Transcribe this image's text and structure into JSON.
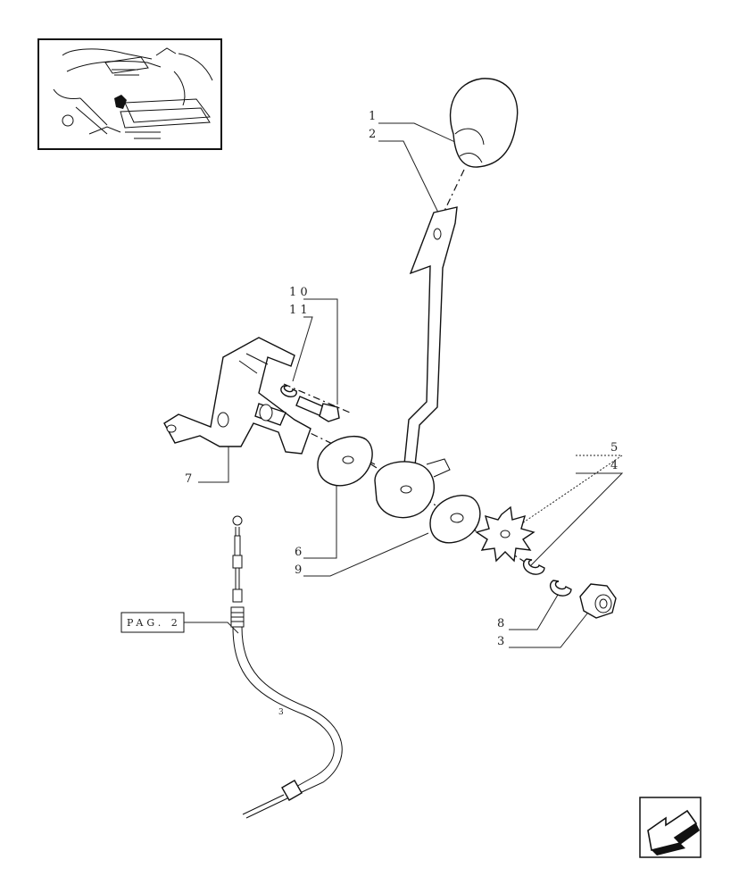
{
  "callouts": {
    "c1": "1",
    "c2": "2",
    "c3": "3",
    "c4": "4",
    "c5": "5",
    "c6": "6",
    "c7": "7",
    "c8": "8",
    "c9": "9",
    "c10": "1 0",
    "c11": "1 1"
  },
  "reference": {
    "page_link": "PAG. 2"
  },
  "icons": {
    "nav": "arrow-back-icon",
    "locator": "locator-thumbnail"
  }
}
